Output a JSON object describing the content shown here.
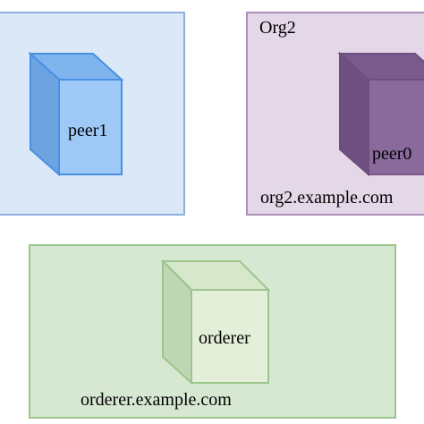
{
  "org1": {
    "peer": {
      "label": "peer1"
    }
  },
  "org2": {
    "title": "Org2",
    "domain": "org2.example.com",
    "peer": {
      "label": "peer0"
    }
  },
  "orderer_org": {
    "domain": "orderer.example.com",
    "node": {
      "label": "orderer"
    }
  },
  "colors": {
    "org1_bg": "#dbe8f7",
    "org2_bg": "#e4d7e8",
    "orderer_bg": "#d7e8d2",
    "peer1_cube": "#9ec9f7",
    "peer0_cube": "#8a6a9d",
    "orderer_cube": "#e3efd9"
  }
}
